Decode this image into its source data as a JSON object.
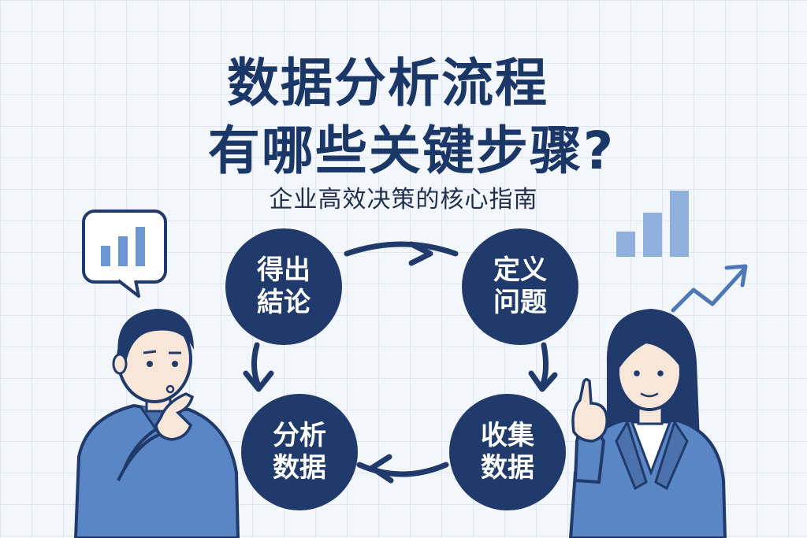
{
  "title": {
    "line1": "数据分析流程",
    "line2": "有哪些关键步骤?"
  },
  "subtitle": "企业高效决策的核心指南",
  "steps": [
    {
      "line1": "得出",
      "line2": "結论"
    },
    {
      "line1": "定义",
      "line2": "问题"
    },
    {
      "line1": "收集",
      "line2": "数据"
    },
    {
      "line1": "分析",
      "line2": "数据"
    }
  ],
  "colors": {
    "navy": "#1f3a6b",
    "title": "#1b3768",
    "accent_blue": "#5b86c6",
    "light_blue": "#8fb0dd",
    "background": "#f3f6fb"
  },
  "icons": [
    "speech-bubble-chart-icon",
    "bar-chart-icon",
    "trend-arrow-icon",
    "thinking-man",
    "pointing-woman"
  ]
}
